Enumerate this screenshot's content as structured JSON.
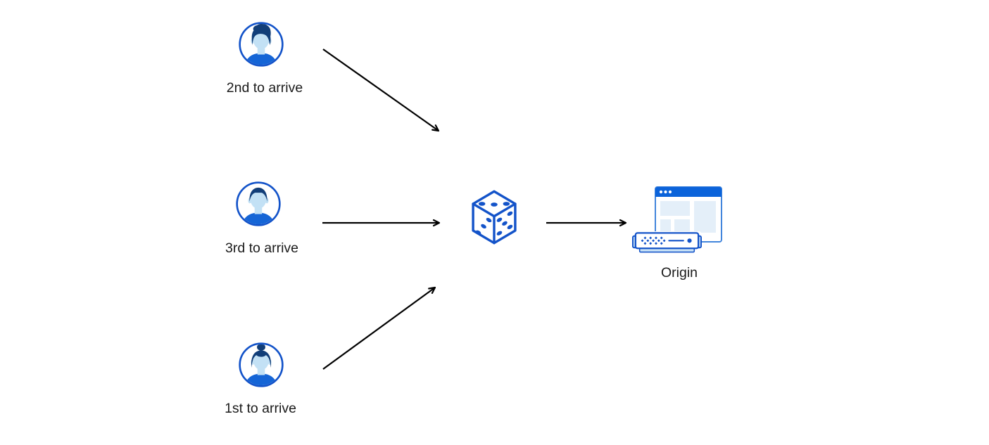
{
  "diagram": {
    "nodes": {
      "user_second": {
        "label": "2nd to arrive",
        "icon": "male-quiff-avatar-icon"
      },
      "user_third": {
        "label": "3rd to arrive",
        "icon": "male-short-hair-avatar-icon"
      },
      "user_first": {
        "label": "1st to arrive",
        "icon": "female-bun-avatar-icon"
      },
      "dice": {
        "icon": "dice-icon"
      },
      "origin": {
        "label": "Origin",
        "icon": "origin-browser-server-icon"
      }
    },
    "connections": [
      {
        "from": "user_second",
        "to": "dice"
      },
      {
        "from": "user_third",
        "to": "dice"
      },
      {
        "from": "user_first",
        "to": "dice"
      },
      {
        "from": "dice",
        "to": "origin"
      }
    ],
    "colors": {
      "primary_blue": "#1353C9",
      "title_bar_blue": "#0B63DA",
      "browser_border_blue": "#4285DC",
      "panel_light_blue": "#E4EFF9",
      "server_light_blue": "#CCE4F6",
      "shirt_blue": "#1565D6",
      "hair_navy": "#123E78",
      "face_light_blue": "#C3E1F5",
      "arrow_black": "#000000",
      "label_text": "#1A1A1A",
      "background": "#FFFFFF"
    }
  }
}
